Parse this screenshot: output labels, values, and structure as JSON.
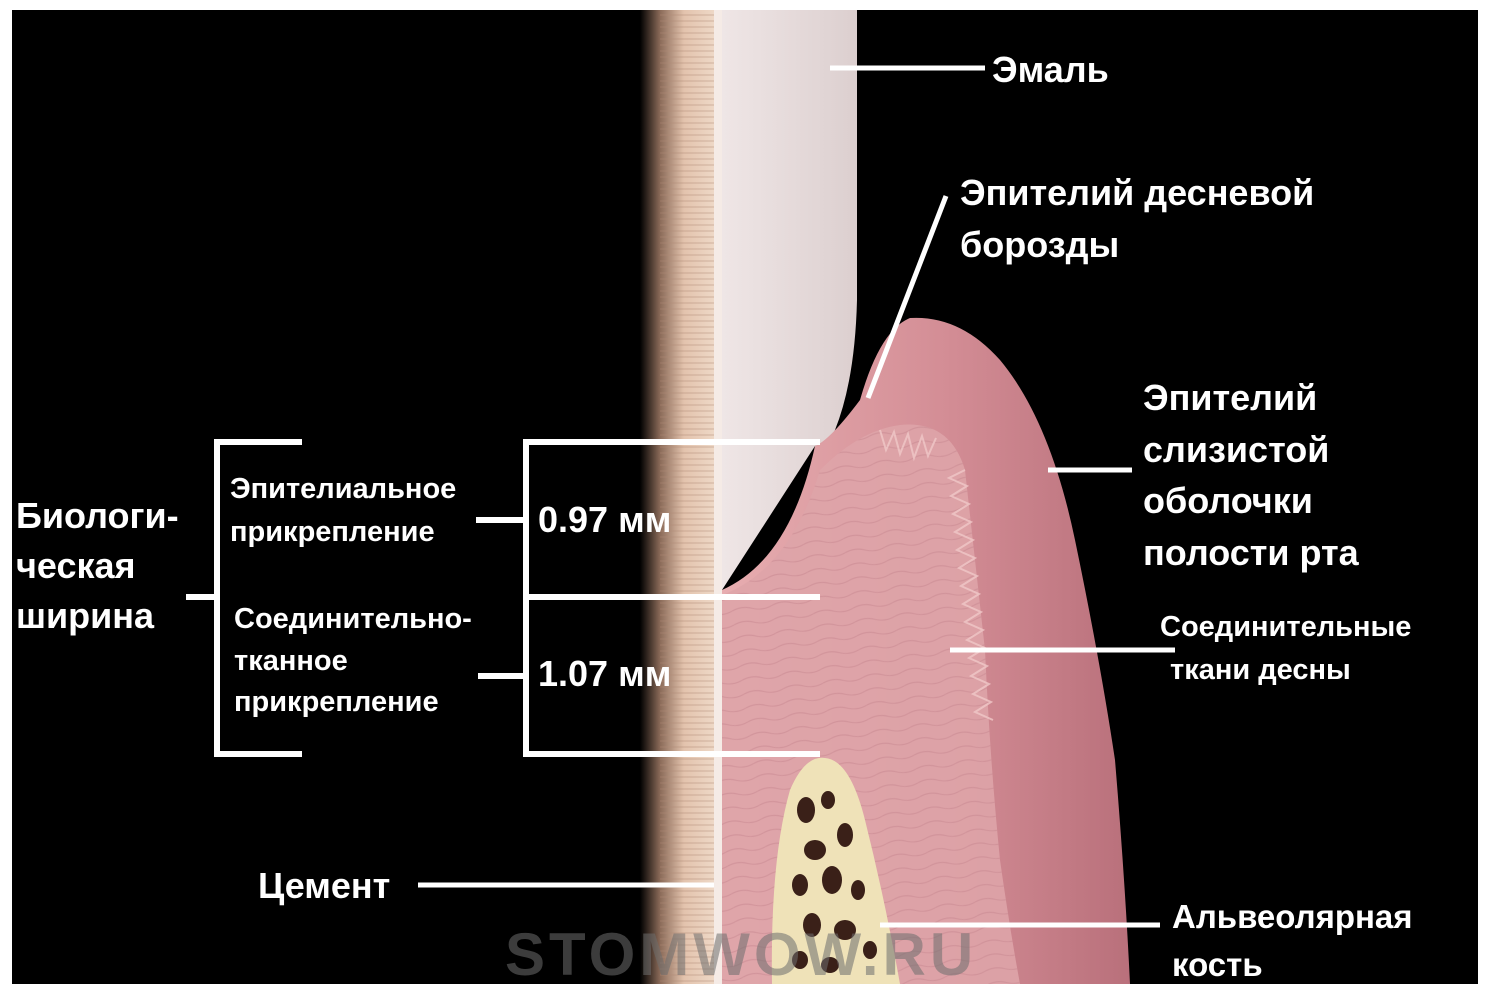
{
  "labels": {
    "enamel": "Эмаль",
    "sulcular_epithelium_line1": "Эпителий десневой",
    "sulcular_epithelium_line2": "борозды",
    "oral_epithelium_line1": "Эпителий",
    "oral_epithelium_line2": "слизистой",
    "oral_epithelium_line3": "оболочки",
    "oral_epithelium_line4": "полости рта",
    "connective_tissue_line1": "Соединительные",
    "connective_tissue_line2": "ткани десны",
    "alveolar_bone_line1": "Альвеолярная",
    "alveolar_bone_line2": "кость",
    "cementum": "Цемент",
    "biologic_width_line1": "Биологи-",
    "biologic_width_line2": "ческая",
    "biologic_width_line3": "ширина",
    "epithelial_attachment_line1": "Эпителиальное",
    "epithelial_attachment_line2": "прикрепление",
    "connective_attachment_line1": "Соединительно-",
    "connective_attachment_line2": "тканное",
    "connective_attachment_line3": "прикрепление"
  },
  "measurements": {
    "epithelial_attachment": "0.97 мм",
    "connective_attachment": "1.07 мм"
  },
  "watermark": "STOMWOW.RU",
  "colors": {
    "background": "#000000",
    "frame": "#ffffff",
    "enamel": "#e6d8d8",
    "gingiva": "#c97f88",
    "connective_tissue": "#d99aa0",
    "bone": "#efe2b8",
    "cementum": "#d9b59f",
    "label": "#ffffff"
  }
}
